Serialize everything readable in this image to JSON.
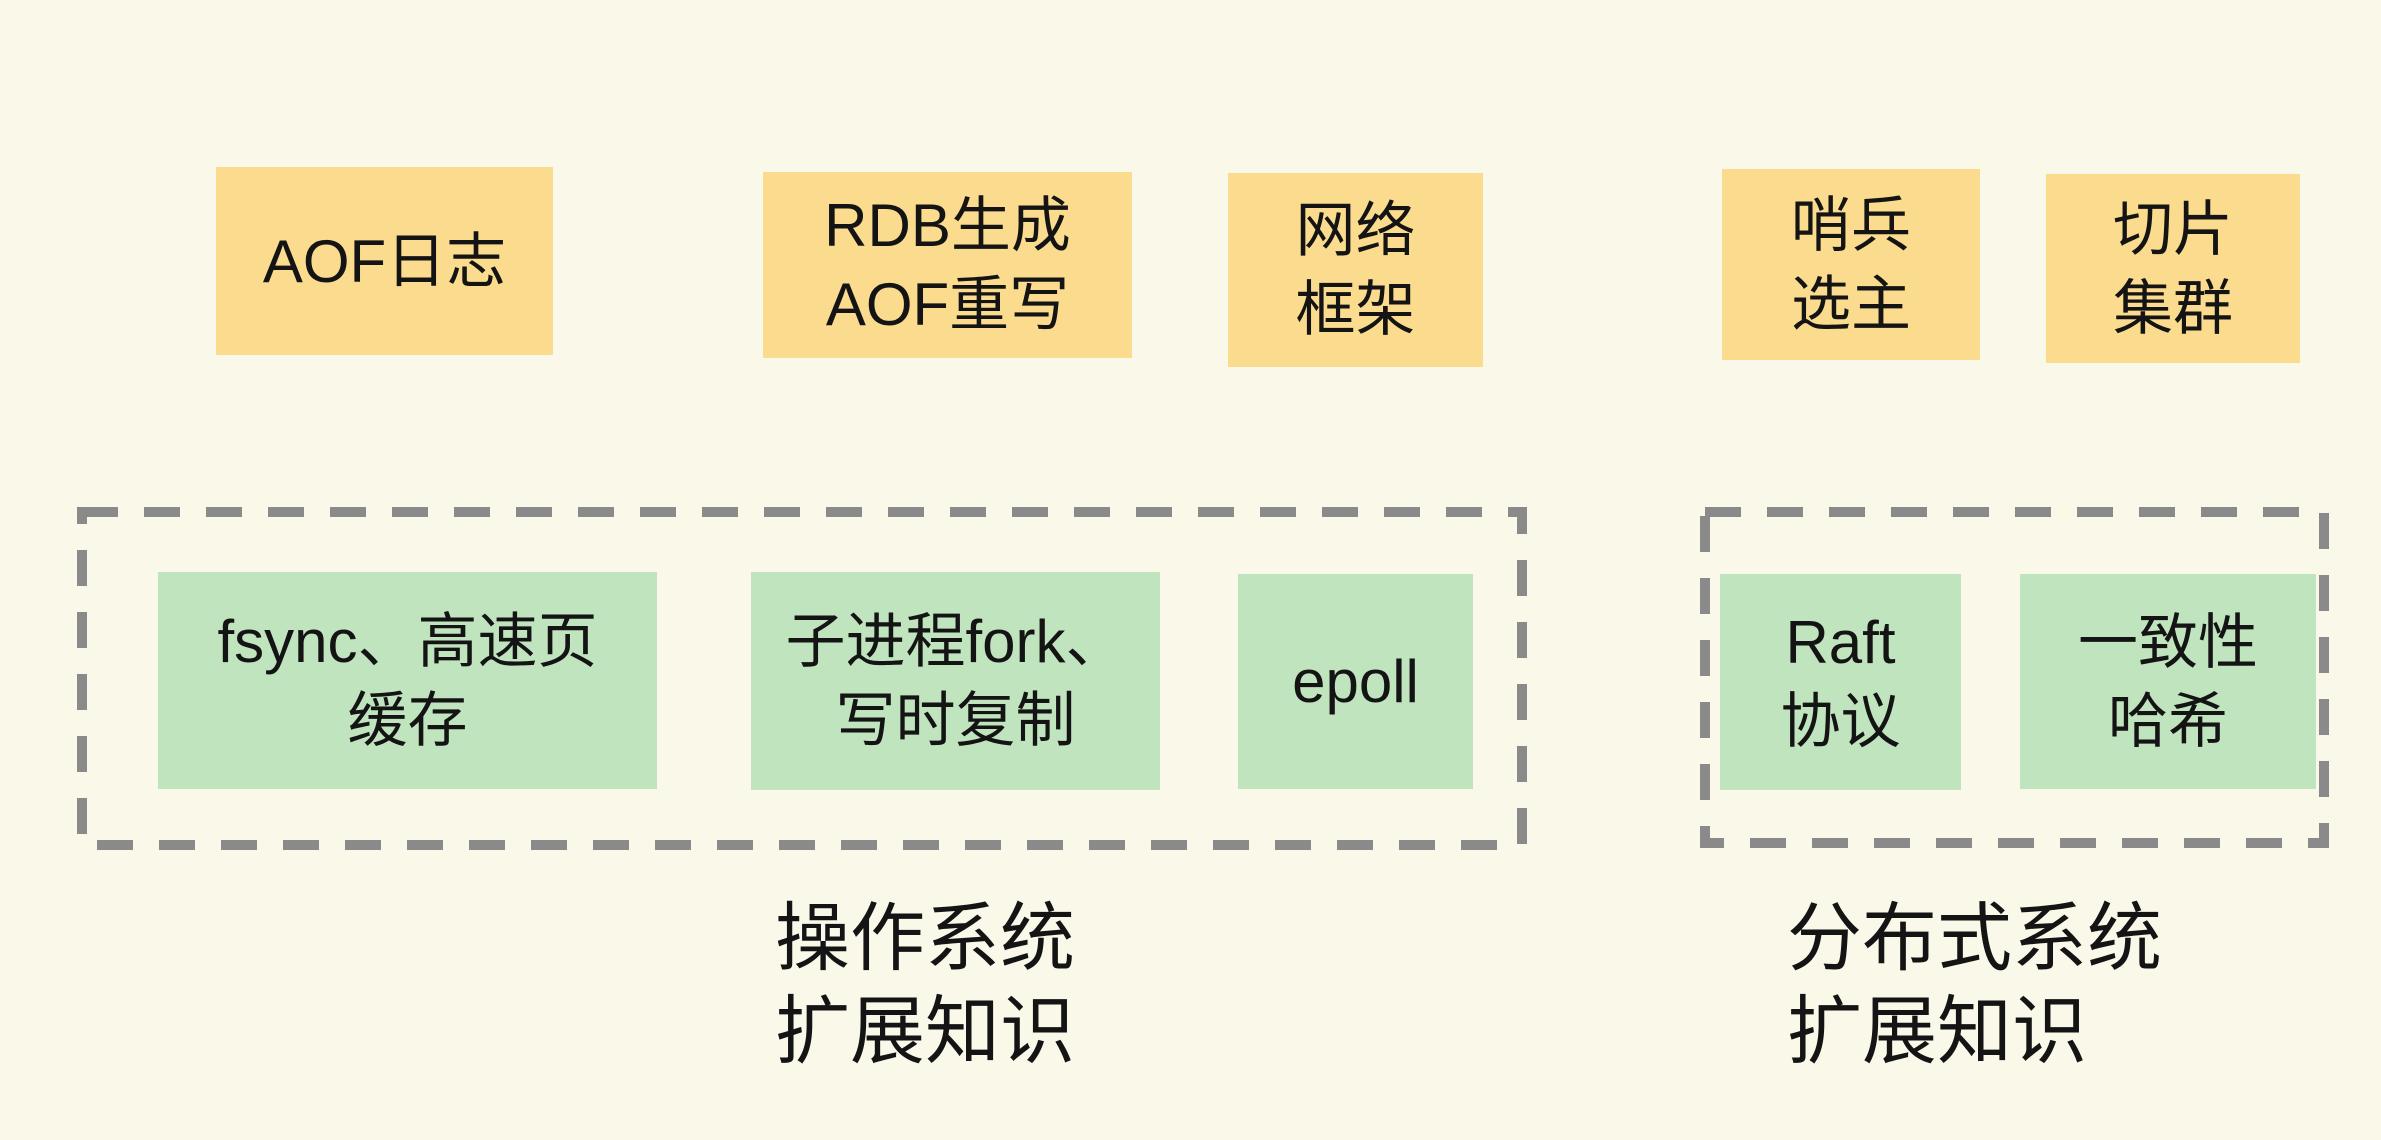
{
  "colors": {
    "bg": "#FAF8E9",
    "yellow": "#FBDC8E",
    "green": "#C0E5BE",
    "dash": "#8A8A8A",
    "text": "#141414"
  },
  "top_boxes": {
    "aof": {
      "lines": [
        "AOF日志"
      ]
    },
    "rdb": {
      "lines": [
        "RDB生成",
        "AOF重写"
      ]
    },
    "network": {
      "lines": [
        "网络",
        "框架"
      ]
    },
    "sentinel": {
      "lines": [
        "哨兵",
        "选主"
      ]
    },
    "shard": {
      "lines": [
        "切片",
        "集群"
      ]
    }
  },
  "groups": {
    "os": {
      "label_lines": [
        "操作系统",
        "扩展知识"
      ],
      "boxes": {
        "fsync": {
          "lines": [
            "fsync、高速页",
            "缓存"
          ]
        },
        "fork": {
          "lines": [
            "子进程fork、",
            "写时复制"
          ]
        },
        "epoll": {
          "lines": [
            "epoll"
          ]
        }
      }
    },
    "dist": {
      "label_lines": [
        "分布式系统",
        "扩展知识"
      ],
      "boxes": {
        "raft": {
          "lines": [
            "Raft",
            "协议"
          ]
        },
        "hash": {
          "lines": [
            "一致性",
            "哈希"
          ]
        }
      }
    }
  }
}
